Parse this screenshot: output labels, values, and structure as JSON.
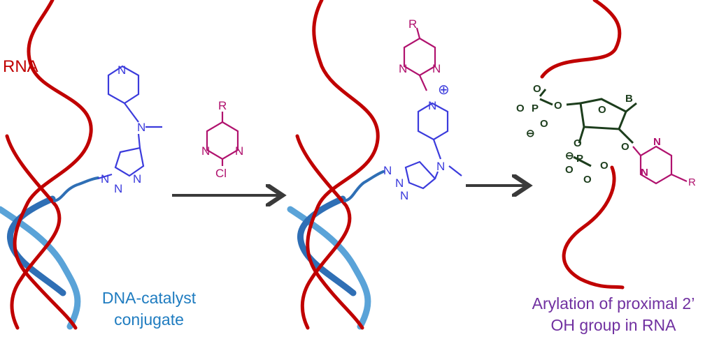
{
  "labels": {
    "rna": "RNA",
    "dna_catalyst_line1": "DNA-catalyst",
    "dna_catalyst_line2": "conjugate",
    "arylation_line1": "Arylation of proximal 2’",
    "arylation_line2": "OH group in RNA"
  },
  "atoms": {
    "nitrogen": "N",
    "chlorine": "Cl",
    "r_group": "R",
    "oxygen": "O",
    "phosphorus": "P",
    "base": "B",
    "minus": "⊖",
    "plus": "⊕"
  },
  "colors": {
    "rna_strand": "#c00000",
    "dna_strand": "#2f6fb5",
    "dna_strand_light": "#5aa3d8",
    "catalyst": "#3b3bdc",
    "pyrimidine": "#b0126e",
    "ribose": "#1c3d1c",
    "arrow": "#3a3a3a"
  }
}
